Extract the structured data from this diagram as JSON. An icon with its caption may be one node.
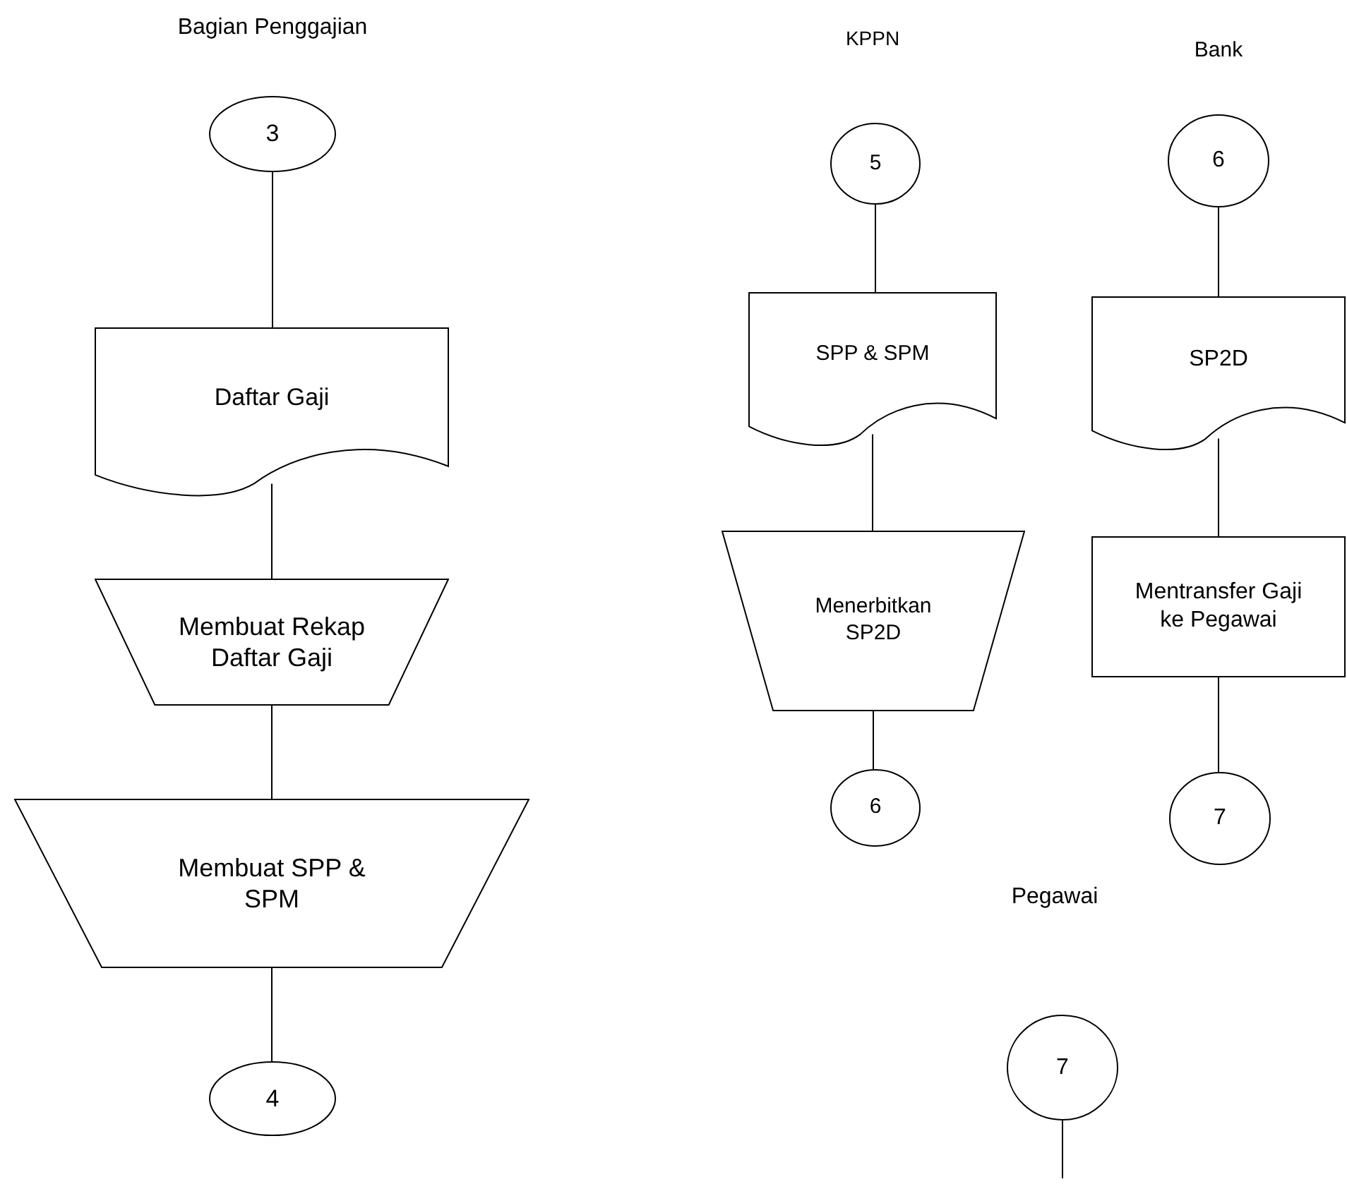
{
  "diagram": {
    "nodes": [
      {
        "text": [
          "3"
        ]
      },
      {
        "text": [
          "Daftar Gaji"
        ]
      },
      {
        "text": [
          "Membuat Rekap Daftar Gaji"
        ]
      },
      {
        "text": [
          "Membuat SPP & SPM"
        ]
      },
      {
        "text": [
          "4"
        ]
      },
      {
        "text": [
          "5"
        ]
      },
      {
        "text": [
          "SPP & SPM"
        ]
      },
      {
        "text": [
          "Menerbitkan SP2D"
        ]
      },
      {
        "text": [
          "6"
        ]
      },
      {
        "text": [
          "6"
        ]
      },
      {
        "text": [
          "SP2D"
        ]
      },
      {
        "text": [
          "Mentransfer Gaji ke Pegawai"
        ]
      },
      {
        "text": [
          "7"
        ]
      },
      {
        "text": [
          "7"
        ]
      }
    ],
    "edges": [
      {
        "from": 0,
        "to": 1,
        "arrow": "none"
      },
      {
        "from": 1,
        "to": 2,
        "arrow": "none"
      },
      {
        "from": 2,
        "to": 3,
        "arrow": "none"
      },
      {
        "from": 3,
        "to": 4,
        "arrow": "none"
      },
      {
        "from": 5,
        "to": 6,
        "arrow": "none"
      },
      {
        "from": 6,
        "to": 7,
        "arrow": "none"
      },
      {
        "from": 7,
        "to": 8,
        "arrow": "none"
      },
      {
        "from": 9,
        "to": 10,
        "arrow": "none"
      },
      {
        "from": 10,
        "to": 11,
        "arrow": "none"
      },
      {
        "from": 11,
        "to": 12,
        "arrow": "none"
      },
      {
        "from": 13,
        "to": null,
        "arrow": "none"
      }
    ],
    "labels": [
      "Bagian Penggajian",
      "KPPN",
      "Bank",
      "Pegawai"
    ]
  }
}
